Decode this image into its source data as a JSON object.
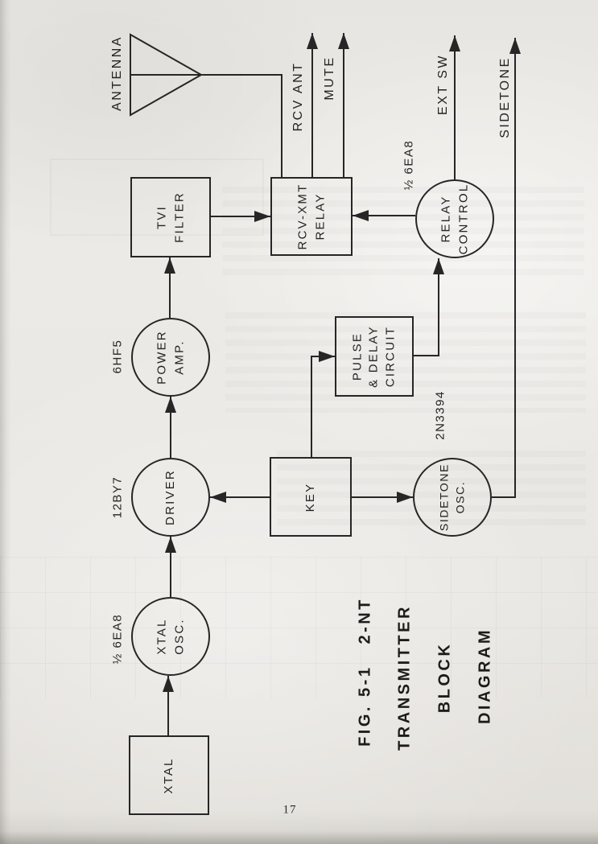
{
  "colors": {
    "ink": "#262626",
    "paper": "#e9e7e3"
  },
  "page": {
    "number": "17"
  },
  "caption": {
    "fig": "FIG. 5-1",
    "model": "2-NT",
    "title_line1": "TRANSMITTER",
    "title_line2": "BLOCK",
    "title_line3": "DIAGRAM"
  },
  "diagram": {
    "antenna_label": "ANTENNA",
    "outputs": {
      "rcv_ant": "RCV ANT",
      "mute": "MUTE",
      "ext_sw": "EXT SW",
      "sidetone": "SIDETONE"
    },
    "nodes": {
      "xtal": {
        "label": "XTAL"
      },
      "xtal_osc": {
        "line1": "XTAL",
        "line2": "OSC.",
        "tube": "½ 6EA8"
      },
      "driver": {
        "label": "DRIVER",
        "tube": "12BY7"
      },
      "power_amp": {
        "line1": "POWER",
        "line2": "AMP.",
        "tube": "6HF5"
      },
      "tvi_filter": {
        "line1": "TVI",
        "line2": "FILTER"
      },
      "rcv_xmt_relay": {
        "line1": "RCV-XMT",
        "line2": "RELAY"
      },
      "key": {
        "label": "KEY"
      },
      "pulse_delay": {
        "line1": "PULSE",
        "line2": "& DELAY",
        "line3": "CIRCUIT"
      },
      "sidetone_osc": {
        "line1": "SIDETONE",
        "line2": "OSC.",
        "transistor": "2N3394"
      },
      "relay_control": {
        "line1": "RELAY",
        "line2": "CONTROL",
        "tube": "½ 6EA8"
      }
    }
  }
}
